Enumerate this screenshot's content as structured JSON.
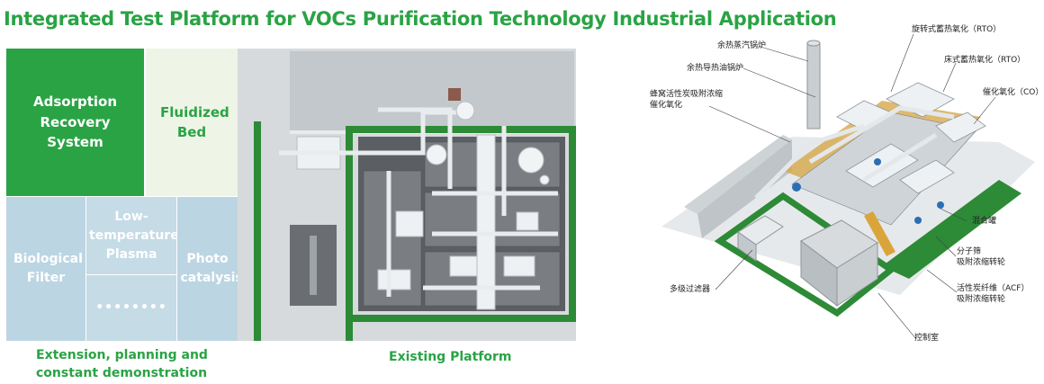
{
  "title": "Integrated Test Platform for VOCs Purification Technology Industrial Application",
  "tiles": {
    "adsorption": "Adsorption Recovery System",
    "fluidized": "Fluidized Bed",
    "biological": "Biological Filter",
    "plasma": "Low-temperature Plasma",
    "dots": "••••••••",
    "photo": "Photo catalysis"
  },
  "captions": {
    "extension": "Extension, planning and constant demonstration",
    "existing": "Existing Platform"
  },
  "labels": {
    "rto_rotary": "旋转式蓄热氧化（RTO）",
    "waste_steam": "余热蒸汽锅炉",
    "waste_oil": "余热导热油锅炉",
    "rto_bed": "床式蓄热氧化（RTO）",
    "honeycomb": "蜂窝活性炭吸附浓缩\n催化氧化",
    "co": "催化氧化（CO）",
    "mixing": "混合罐",
    "molecular": "分子筛\n吸附浓缩转轮",
    "filter": "多级过滤器",
    "acf": "活性炭纤维（ACF）\n吸附浓缩转轮",
    "control": "控制室"
  },
  "colors": {
    "accent_green": "#2aa345",
    "pale_green": "#eef5e6",
    "tile_blue": "#bcd5e3",
    "ground_green": "#2d8a36"
  }
}
